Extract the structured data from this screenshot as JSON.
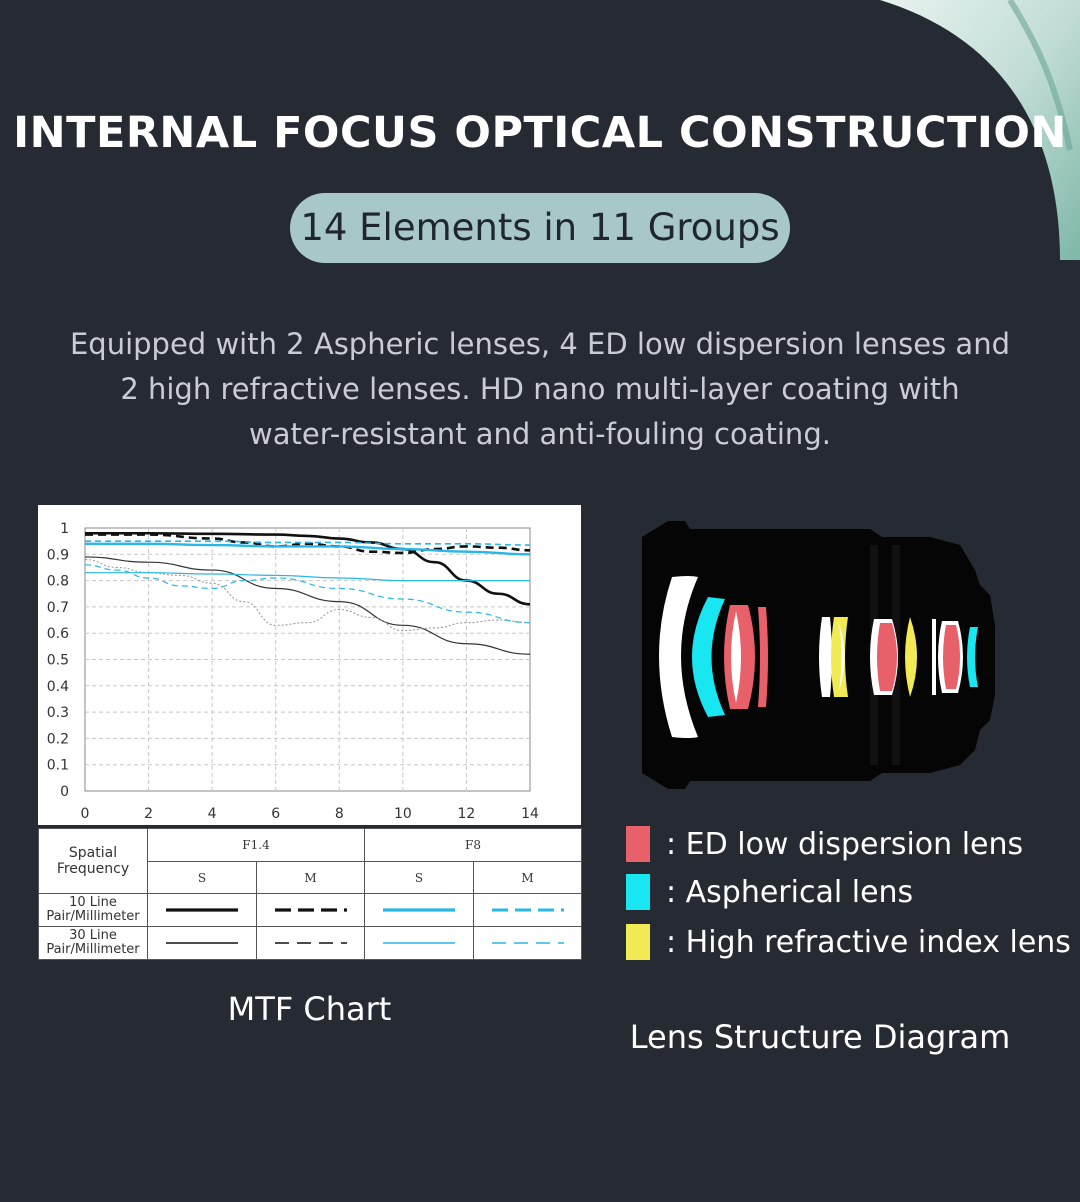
{
  "heading": {
    "title": "INTERNAL FOCUS OPTICAL CONSTRUCTION",
    "pill": "14 Elements in 11 Groups",
    "description_lines": [
      "Equipped with 2 Aspheric lenses, 4 ED low dispersion lenses and",
      "2 high refractive lenses. HD nano multi-layer coating with",
      "water-resistant and anti-fouling coating."
    ]
  },
  "captions": {
    "mtf": "MTF Chart",
    "lens": "Lens Structure Diagram"
  },
  "legend": {
    "spatial_frequency": [
      "Spatial",
      "Frequency"
    ],
    "f14": "F1.4",
    "f8": "F8",
    "s": "S",
    "m": "M",
    "row10": [
      "10 Line",
      "Pair/Millimeter"
    ],
    "row30": [
      "30 Line",
      "Pair/Millimeter"
    ]
  },
  "lens_key": [
    {
      "label": ": ED low dispersion lens",
      "color": "#e8606a"
    },
    {
      "label": ": Aspherical lens",
      "color": "#18e6f0"
    },
    {
      "label": ": High refractive index lens",
      "color": "#f2ea55"
    }
  ],
  "colors": {
    "black_series": "#111111",
    "blue_series": "#29b6e8",
    "grey_series": "#9a9a9a",
    "background": "#262a33",
    "pill": "#a8c7c9"
  },
  "chart_data": {
    "type": "line",
    "xlim": [
      0,
      14
    ],
    "ylim": [
      0,
      1
    ],
    "xticks": [
      0,
      2,
      4,
      6,
      8,
      10,
      12,
      14
    ],
    "yticks": [
      0,
      0.1,
      0.2,
      0.3,
      0.4,
      0.5,
      0.6,
      0.7,
      0.8,
      0.9,
      1
    ],
    "ytick_labels": [
      "0",
      "0.1",
      "0.2",
      "0.3",
      "0.4",
      "0.5",
      "0.6",
      "0.7",
      "0.8",
      "0.9",
      "1"
    ],
    "grid": true,
    "series": [
      {
        "aperture": "F1.4",
        "frequency": "10",
        "orientation": "S",
        "color": "#111111",
        "dash": "solid",
        "width": 2.6,
        "x": [
          0,
          2,
          4,
          6,
          7,
          8,
          9,
          10,
          11,
          12,
          13,
          14
        ],
        "y": [
          0.98,
          0.98,
          0.978,
          0.975,
          0.97,
          0.96,
          0.945,
          0.92,
          0.87,
          0.8,
          0.75,
          0.71
        ]
      },
      {
        "aperture": "F1.4",
        "frequency": "10",
        "orientation": "M",
        "color": "#111111",
        "dash": "8,5",
        "width": 2.6,
        "x": [
          0,
          2,
          4,
          5,
          6,
          7,
          8,
          9,
          10,
          11,
          12,
          13,
          14
        ],
        "y": [
          0.975,
          0.975,
          0.96,
          0.945,
          0.93,
          0.94,
          0.93,
          0.91,
          0.905,
          0.92,
          0.93,
          0.925,
          0.915
        ]
      },
      {
        "aperture": "F1.4",
        "frequency": "30",
        "orientation": "S",
        "color": "#333333",
        "dash": "solid",
        "width": 1.2,
        "x": [
          0,
          2,
          4,
          6,
          8,
          10,
          12,
          14
        ],
        "y": [
          0.89,
          0.87,
          0.84,
          0.77,
          0.72,
          0.63,
          0.56,
          0.52
        ]
      },
      {
        "aperture": "F1.4",
        "frequency": "30",
        "orientation": "M",
        "color": "#9a9a9a",
        "dash": "2,2",
        "width": 1.1,
        "x": [
          0,
          1,
          2,
          3,
          4,
          5,
          6,
          7,
          8,
          9,
          10,
          11,
          12,
          13,
          14
        ],
        "y": [
          0.88,
          0.85,
          0.83,
          0.82,
          0.79,
          0.72,
          0.63,
          0.64,
          0.69,
          0.66,
          0.61,
          0.62,
          0.64,
          0.65,
          0.64
        ]
      },
      {
        "aperture": "F8",
        "frequency": "10",
        "orientation": "S",
        "color": "#29b6e8",
        "dash": "solid",
        "width": 2.4,
        "x": [
          0,
          2,
          4,
          6,
          8,
          10,
          12,
          14
        ],
        "y": [
          0.94,
          0.94,
          0.935,
          0.93,
          0.93,
          0.92,
          0.91,
          0.9
        ]
      },
      {
        "aperture": "F8",
        "frequency": "10",
        "orientation": "M",
        "color": "#29b6e8",
        "dash": "6,4",
        "width": 1.6,
        "x": [
          0,
          2,
          4,
          6,
          8,
          10,
          12,
          14
        ],
        "y": [
          0.95,
          0.95,
          0.95,
          0.945,
          0.945,
          0.94,
          0.94,
          0.935
        ]
      },
      {
        "aperture": "F8",
        "frequency": "30",
        "orientation": "S",
        "color": "#29b6e8",
        "dash": "solid",
        "width": 1.2,
        "x": [
          0,
          2,
          4,
          6,
          8,
          10,
          12,
          14
        ],
        "y": [
          0.83,
          0.83,
          0.825,
          0.82,
          0.81,
          0.8,
          0.8,
          0.8
        ]
      },
      {
        "aperture": "F8",
        "frequency": "30",
        "orientation": "M",
        "color": "#29b6e8",
        "dash": "6,4",
        "width": 1.2,
        "x": [
          0,
          1,
          2,
          3,
          4,
          5,
          6,
          8,
          10,
          12,
          14
        ],
        "y": [
          0.86,
          0.84,
          0.81,
          0.78,
          0.77,
          0.8,
          0.81,
          0.77,
          0.73,
          0.68,
          0.64
        ]
      }
    ]
  }
}
